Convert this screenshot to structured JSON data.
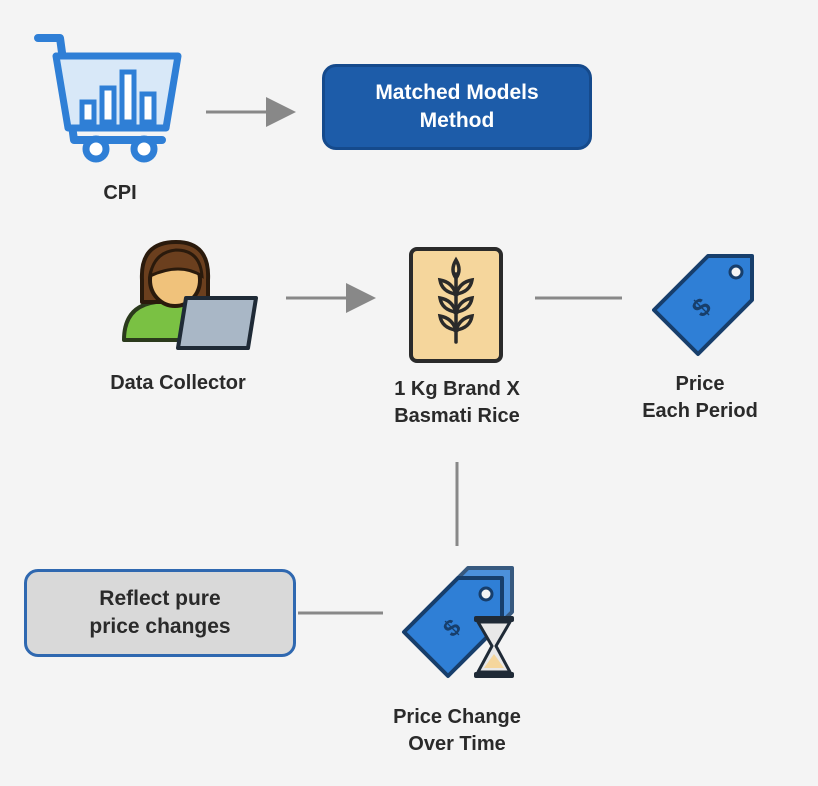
{
  "nodes": {
    "cpi": {
      "label": "CPI",
      "icon": "shopping-cart-chart-icon"
    },
    "method": {
      "label": "Matched Models\nMethod"
    },
    "collector": {
      "label": "Data Collector",
      "icon": "person-laptop-icon"
    },
    "rice": {
      "label": "1 Kg Brand X\nBasmati Rice",
      "icon": "rice-bag-icon"
    },
    "price": {
      "label": "Price\nEach Period",
      "icon": "price-tag-icon"
    },
    "change": {
      "label": "Price Change\nOver Time",
      "icon": "price-tag-hourglass-icon"
    },
    "reflect": {
      "label": "Reflect pure\nprice changes"
    }
  },
  "colors": {
    "blue": "#2f7fd6",
    "dark_blue": "#1d5ca9",
    "green": "#7ac143",
    "tan": "#f5d69c",
    "gray_box": "#d9d9d9",
    "line": "#888888"
  },
  "tag_symbol": "$"
}
